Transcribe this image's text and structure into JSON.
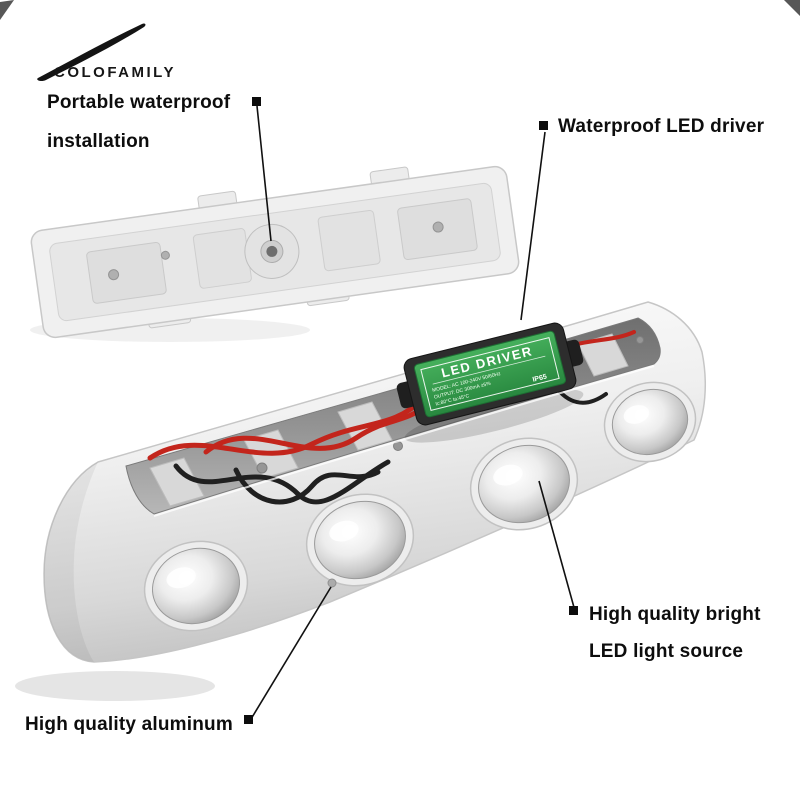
{
  "brand": {
    "name": "COLOFAMILY"
  },
  "callouts": {
    "installation": {
      "line1": "Portable waterproof",
      "line2": "installation"
    },
    "driver": {
      "label": "Waterproof LED driver"
    },
    "light_source": {
      "line1": "High quality bright",
      "line2": "LED light source"
    },
    "aluminum": {
      "label": "High quality aluminum"
    }
  },
  "driver_module": {
    "title": "LED DRIVER",
    "specs": [
      "MODEL: AC 100-240V 50/60Hz",
      "OUTPUT: DC 300mA ±5%",
      "tc:80°C  ta:45°C"
    ],
    "ip_rating": "IP65"
  },
  "colors": {
    "label_green": "#2f9e49",
    "wire_red": "#c3251c",
    "wire_black": "#202020",
    "body_white": "#f2f2f2",
    "callout_ink": "#0d0d0d"
  }
}
